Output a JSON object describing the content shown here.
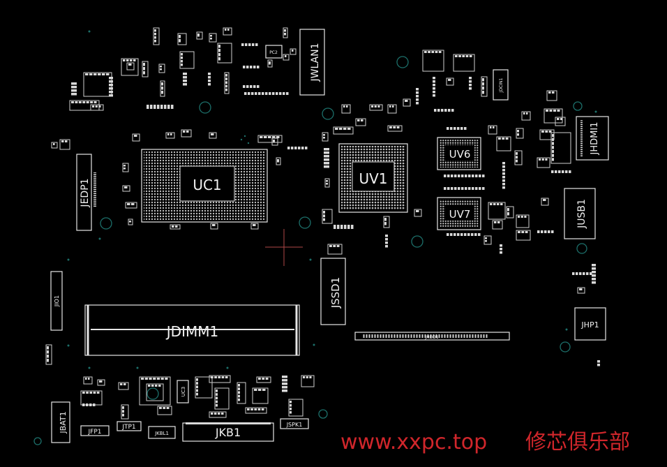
{
  "components": {
    "uc1": "UC1",
    "uv1": "UV1",
    "uv6": "UV6",
    "uv7": "UV7",
    "jdimm1": "JDIMM1",
    "jssd1": "JSSD1",
    "jkb1": "JKB1",
    "jedp1": "JEDP1",
    "jwlan1": "JWLAN1",
    "jhdmi1": "JHDMI1",
    "jusb1": "JUSB1",
    "jhp1": "JHP1",
    "jio1": "JIO1",
    "jbat1": "JBAT1",
    "jfp1": "JFP1",
    "jtp1": "JTP1",
    "jkbl1": "JKBL1",
    "jspk1": "JSPK1",
    "jdcin1": "JDCIN1",
    "jhdd1": "JHDD1",
    "uc3": "UC3",
    "pc2": "PC2"
  },
  "watermark": {
    "url": "www.xxpc.top",
    "text": "修芯俱乐部"
  },
  "colors": {
    "background": "#000000",
    "outline": "#e6e6e6",
    "via": "#1c6f6a",
    "watermark": "#d0262b",
    "origin_cross": "#b04848"
  }
}
